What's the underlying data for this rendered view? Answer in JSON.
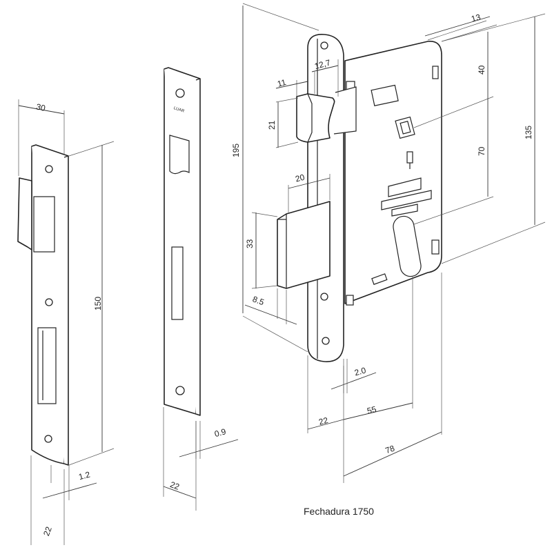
{
  "caption": "Fechadura 1750",
  "strike_plate_label": "LUAR",
  "dimensions": {
    "strike_width": "30",
    "strike_height": "150",
    "strike_thickness": "1.2",
    "strike_face_width": "22",
    "plate_thickness": "0.9",
    "plate_width": "22",
    "front_height": "195",
    "latch_width": "11",
    "latch_depth": "12,7",
    "latch_height": "21",
    "bolt_depth": "20",
    "bolt_height": "33",
    "bolt_offset": "8.5",
    "case_depth": "13",
    "top_to_hub": "40",
    "hub_to_key": "70",
    "case_height": "135",
    "front_thickness": "2.0",
    "faceplate_width": "22",
    "backset": "55",
    "case_length": "78"
  }
}
